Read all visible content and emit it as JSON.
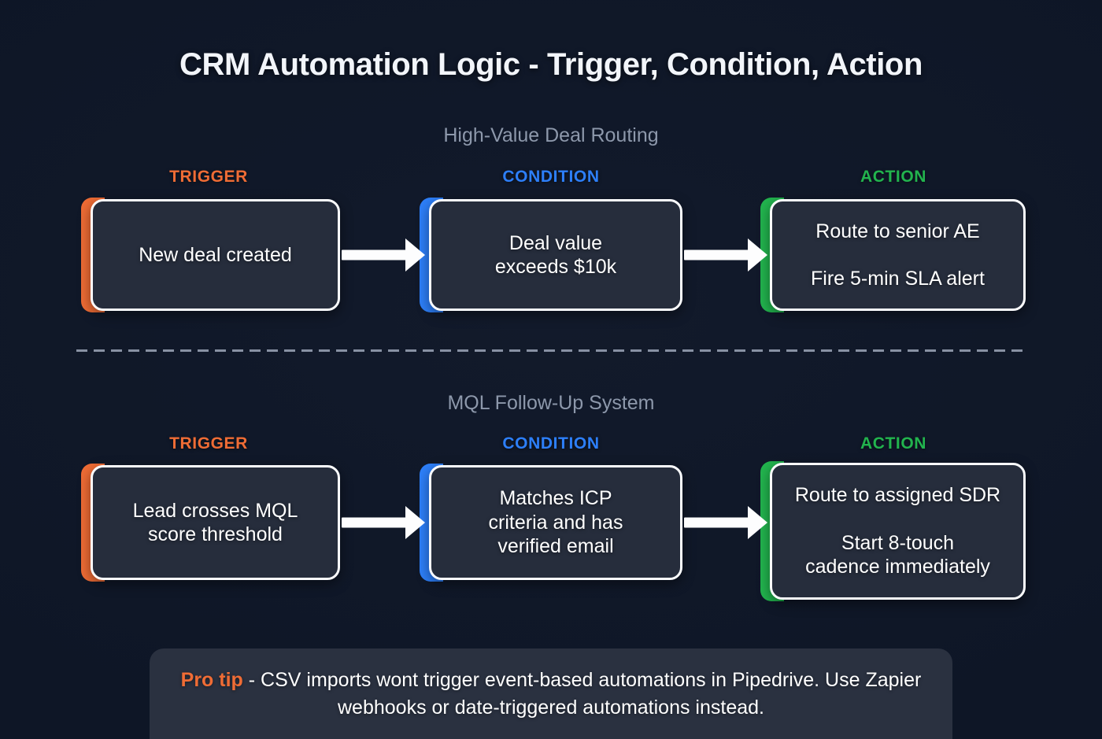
{
  "title": "CRM Automation Logic - Trigger, Condition, Action",
  "colors": {
    "background": "#121a2b",
    "card_fill": "#262d3c",
    "card_border": "#fbfcfe",
    "trigger": "#ef6c35",
    "condition": "#2d7ff9",
    "action": "#22b44e",
    "section_header": "#8d98ab",
    "divider": "#8891a3",
    "protip_fill": "#2a3140"
  },
  "column_labels": {
    "trigger": "TRIGGER",
    "condition": "CONDITION",
    "action": "ACTION"
  },
  "sections": [
    {
      "header": "High-Value Deal Routing",
      "trigger": {
        "label": "TRIGGER",
        "lines": [
          "New deal created"
        ]
      },
      "condition": {
        "label": "CONDITION",
        "lines": [
          "Deal value\nexceeds $10k"
        ]
      },
      "action": {
        "label": "ACTION",
        "lines": [
          "Route to senior AE",
          "Fire 5-min SLA alert"
        ]
      }
    },
    {
      "header": "MQL Follow-Up System",
      "trigger": {
        "label": "TRIGGER",
        "lines": [
          "Lead crosses MQL\nscore threshold"
        ]
      },
      "condition": {
        "label": "CONDITION",
        "lines": [
          "Matches ICP\ncriteria and has\nverified email"
        ]
      },
      "action": {
        "label": "ACTION",
        "lines": [
          "Route to assigned SDR",
          "Start 8-touch\ncadence immediately"
        ]
      }
    }
  ],
  "protip": {
    "lead": "Pro tip",
    "body": " - CSV imports wont trigger event-based automations in Pipedrive. Use Zapier webhooks or date-triggered automations instead."
  }
}
